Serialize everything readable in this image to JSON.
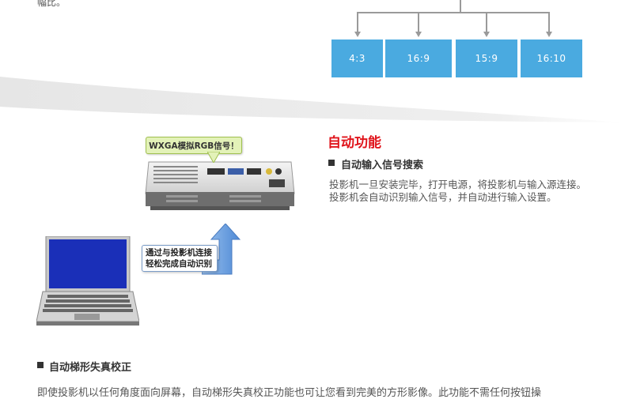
{
  "top_fragment": "幅比。",
  "aspect_ratios": [
    "4:3",
    "16:9",
    "15:9",
    "16:10"
  ],
  "auto_function": {
    "title": "自动功能",
    "subtitle": "自动输入信号搜索",
    "description": "投影机一旦安装完毕，打开电源，将投影机与输入源连接。投影机会自动识别输入信号，并自动进行输入设置。"
  },
  "illustration": {
    "signal_callout": "WXGA模拟RGB信号！",
    "connect_callout_line1": "通过与投影机连接",
    "connect_callout_line2": "轻松完成自动识别"
  },
  "keystone": {
    "subtitle": "自动梯形失真校正",
    "description": "即使投影机以任何角度面向屏幕，自动梯形失真校正功能也可让您看到完美的方形影像。此功能不需任何按钮操"
  },
  "colors": {
    "accent_red": "#e0141b",
    "ratio_blue": "#4aaae0"
  }
}
